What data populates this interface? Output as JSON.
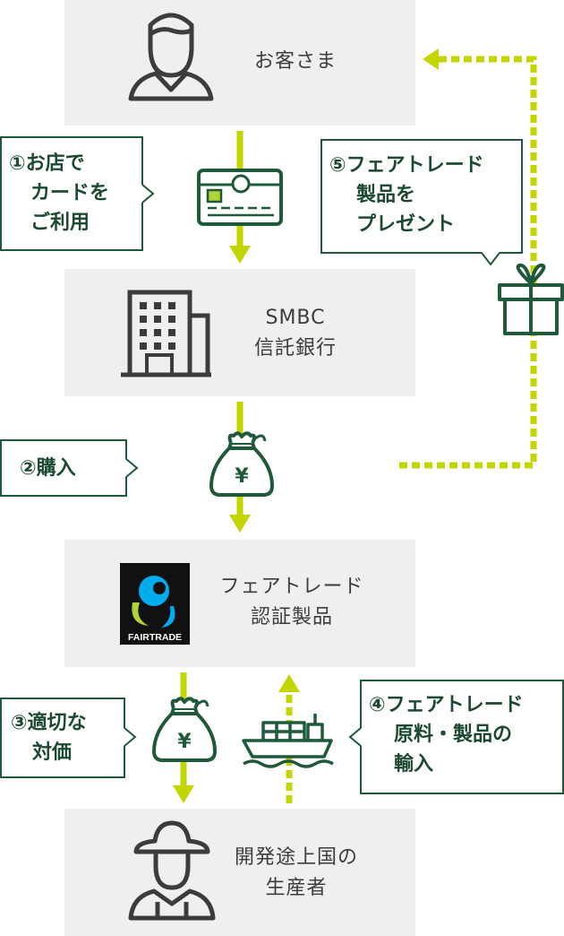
{
  "nodes": {
    "customer": "お客さま",
    "bank_line1": "SMBC",
    "bank_line2": "信託銀行",
    "product_line1": "フェアトレード",
    "product_line2": "認証製品",
    "producer_line1": "開発途上国の",
    "producer_line2": "生産者"
  },
  "steps": {
    "step1_line1": "①お店で",
    "step1_line2": "カードを",
    "step1_line3": "ご利用",
    "step2": "②購入",
    "step3_line1": "③適切な",
    "step3_line2": "対価",
    "step4_line1": "④フェアトレード",
    "step4_line2": "原料・製品の",
    "step4_line3": "輸入",
    "step5_line1": "⑤フェアトレード",
    "step5_line2": "製品を",
    "step5_line3": "プレゼント"
  },
  "logo": {
    "text": "FAIRTRADE",
    "registered": "®"
  },
  "icons": {
    "yen_symbol": "¥"
  },
  "colors": {
    "dark_green": "#1e5a3a",
    "lime": "#c3d600",
    "box_bg": "#efefef"
  }
}
